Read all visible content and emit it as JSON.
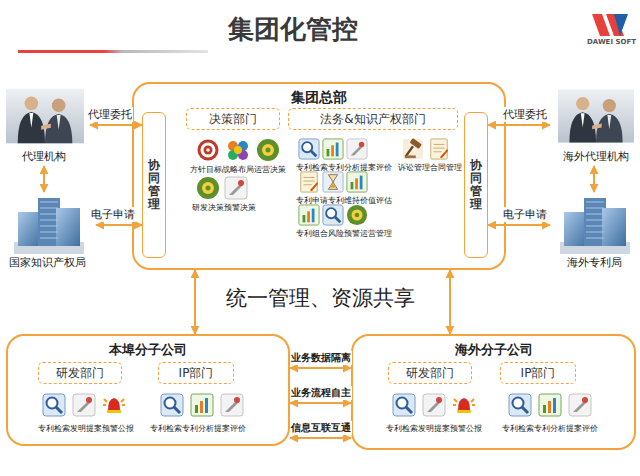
{
  "diagram": {
    "title": "集团化管控",
    "nodes": [
      {
        "text": [
          "代理机构"
        ]
      },
      {
        "text": [
          "集团总部"
        ]
      },
      {
        "text": [
          "决策部门"
        ],
        "in": 1
      },
      {
        "text": [
          "法务&知识产权部门"
        ],
        "in": 1
      },
      {
        "text": [
          "协同管理"
        ],
        "in": 1
      },
      {
        "text": [
          "协同管理"
        ],
        "in": 1
      },
      {
        "text": [
          "海外代理机构"
        ]
      },
      {
        "text": [
          "国家知识产权局"
        ]
      },
      {
        "text": [
          "海外专利局"
        ]
      },
      {
        "text": [
          "本埠分子公司"
        ]
      },
      {
        "text": [
          "研发部门"
        ],
        "in": 9
      },
      {
        "text": [
          "IP部门"
        ],
        "in": 9
      },
      {
        "text": [
          "海外分子公司"
        ]
      },
      {
        "text": [
          "研发部门"
        ],
        "in": 12
      },
      {
        "text": [
          "IP部门"
        ],
        "in": 12
      }
    ],
    "edges": [
      {
        "from": 0,
        "to": 4,
        "label": "代理委托",
        "arrow": "both"
      },
      {
        "from": 7,
        "to": 4,
        "label": "电子申请",
        "arrow": "both"
      },
      {
        "from": 0,
        "to": 7,
        "arrow": "both"
      },
      {
        "from": 6,
        "to": 5,
        "label": "代理委托",
        "arrow": "both"
      },
      {
        "from": 8,
        "to": 5,
        "label": "电子申请",
        "arrow": "both"
      },
      {
        "from": 6,
        "to": 8,
        "arrow": "both"
      },
      {
        "from": 1,
        "to": 9,
        "arrow": "both"
      },
      {
        "from": 1,
        "to": 12,
        "arrow": "both"
      },
      {
        "from": 9,
        "to": 12,
        "label": "业务数据隔离",
        "arrow": "both"
      },
      {
        "from": 9,
        "to": 12,
        "label": "业务流程自主",
        "arrow": "both"
      },
      {
        "from": 9,
        "to": 12,
        "label": "信息互联互通",
        "arrow": "both"
      }
    ],
    "labels": [
      "DAWEI SOFT",
      "方针目标战略布局运营决策",
      "研发决策预警决策",
      "专利检索专利分析提案评价",
      "诉讼管理合同管理",
      "专利申请专利维持价值评估",
      "专利组合风险预警运营管理",
      "统一管理、资源共享",
      "专利检索发明提案预警公报",
      "专利检索专利分析提案评价",
      "专利检索发明提案预警公报",
      "专利检索专利分析提案评价"
    ]
  }
}
